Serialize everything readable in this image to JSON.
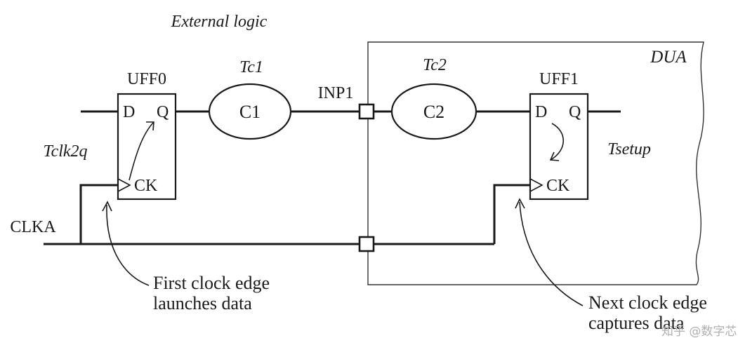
{
  "labels": {
    "external_logic": "External logic",
    "dua": "DUA",
    "clock_net": "CLKA",
    "input_port": "INP1",
    "tc1": "Tc1",
    "tc2": "Tc2",
    "tclk2q": "Tclk2q",
    "tsetup": "Tsetup"
  },
  "flops": {
    "launch": {
      "name": "UFF0",
      "d": "D",
      "q": "Q",
      "ck": "CK"
    },
    "capture": {
      "name": "UFF1",
      "d": "D",
      "q": "Q",
      "ck": "CK"
    }
  },
  "logic": {
    "c1": "C1",
    "c2": "C2"
  },
  "annotations": {
    "launch_line1": "First clock edge",
    "launch_line2": "launches data",
    "capture_line1": "Next clock edge",
    "capture_line2": "captures data"
  },
  "watermark": "知乎 @数字芯"
}
